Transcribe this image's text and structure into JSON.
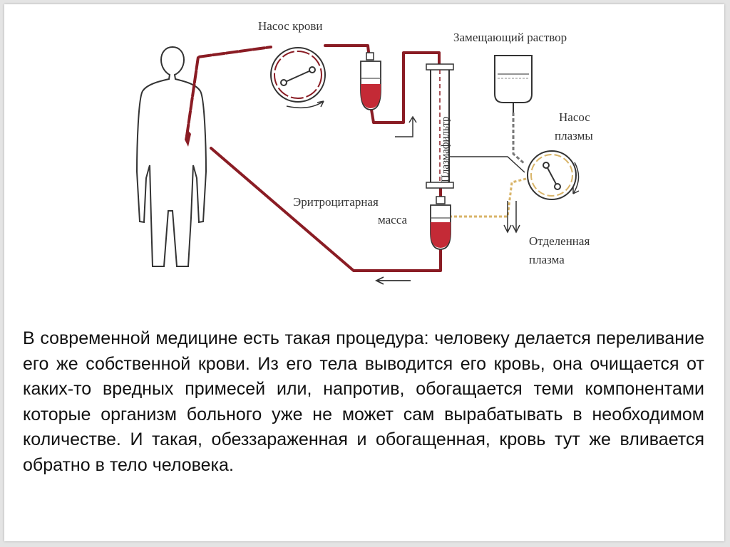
{
  "diagram": {
    "labels": {
      "blood_pump": "Насос крови",
      "replacement_solution": "Замещающий раствор",
      "plasma_pump_line1": "Насос",
      "plasma_pump_line2": "плазмы",
      "plasma_filter": "Плазмафильтр",
      "erythrocyte_mass_line1": "Эритроцитарная",
      "erythrocyte_mass_line2": "масса",
      "separated_plasma_line1": "Отделенная",
      "separated_plasma_line2": "плазма"
    },
    "colors": {
      "blood": "#c42a36",
      "tube": "#8a1c24",
      "outline": "#333333",
      "plasma": "#d9b56a"
    }
  },
  "text": {
    "paragraph": "В современной медицине есть такая процедура: человеку делается переливание его же собственной крови. Из его тела выводится его кровь, она очищается от каких-то вредных примесей или, напротив, обогащается теми компонентами которые организм больного уже не может сам вырабатывать в необходимом количестве. И такая, обеззараженная и обогащенная, кровь тут же вливается обратно в тело человека."
  }
}
